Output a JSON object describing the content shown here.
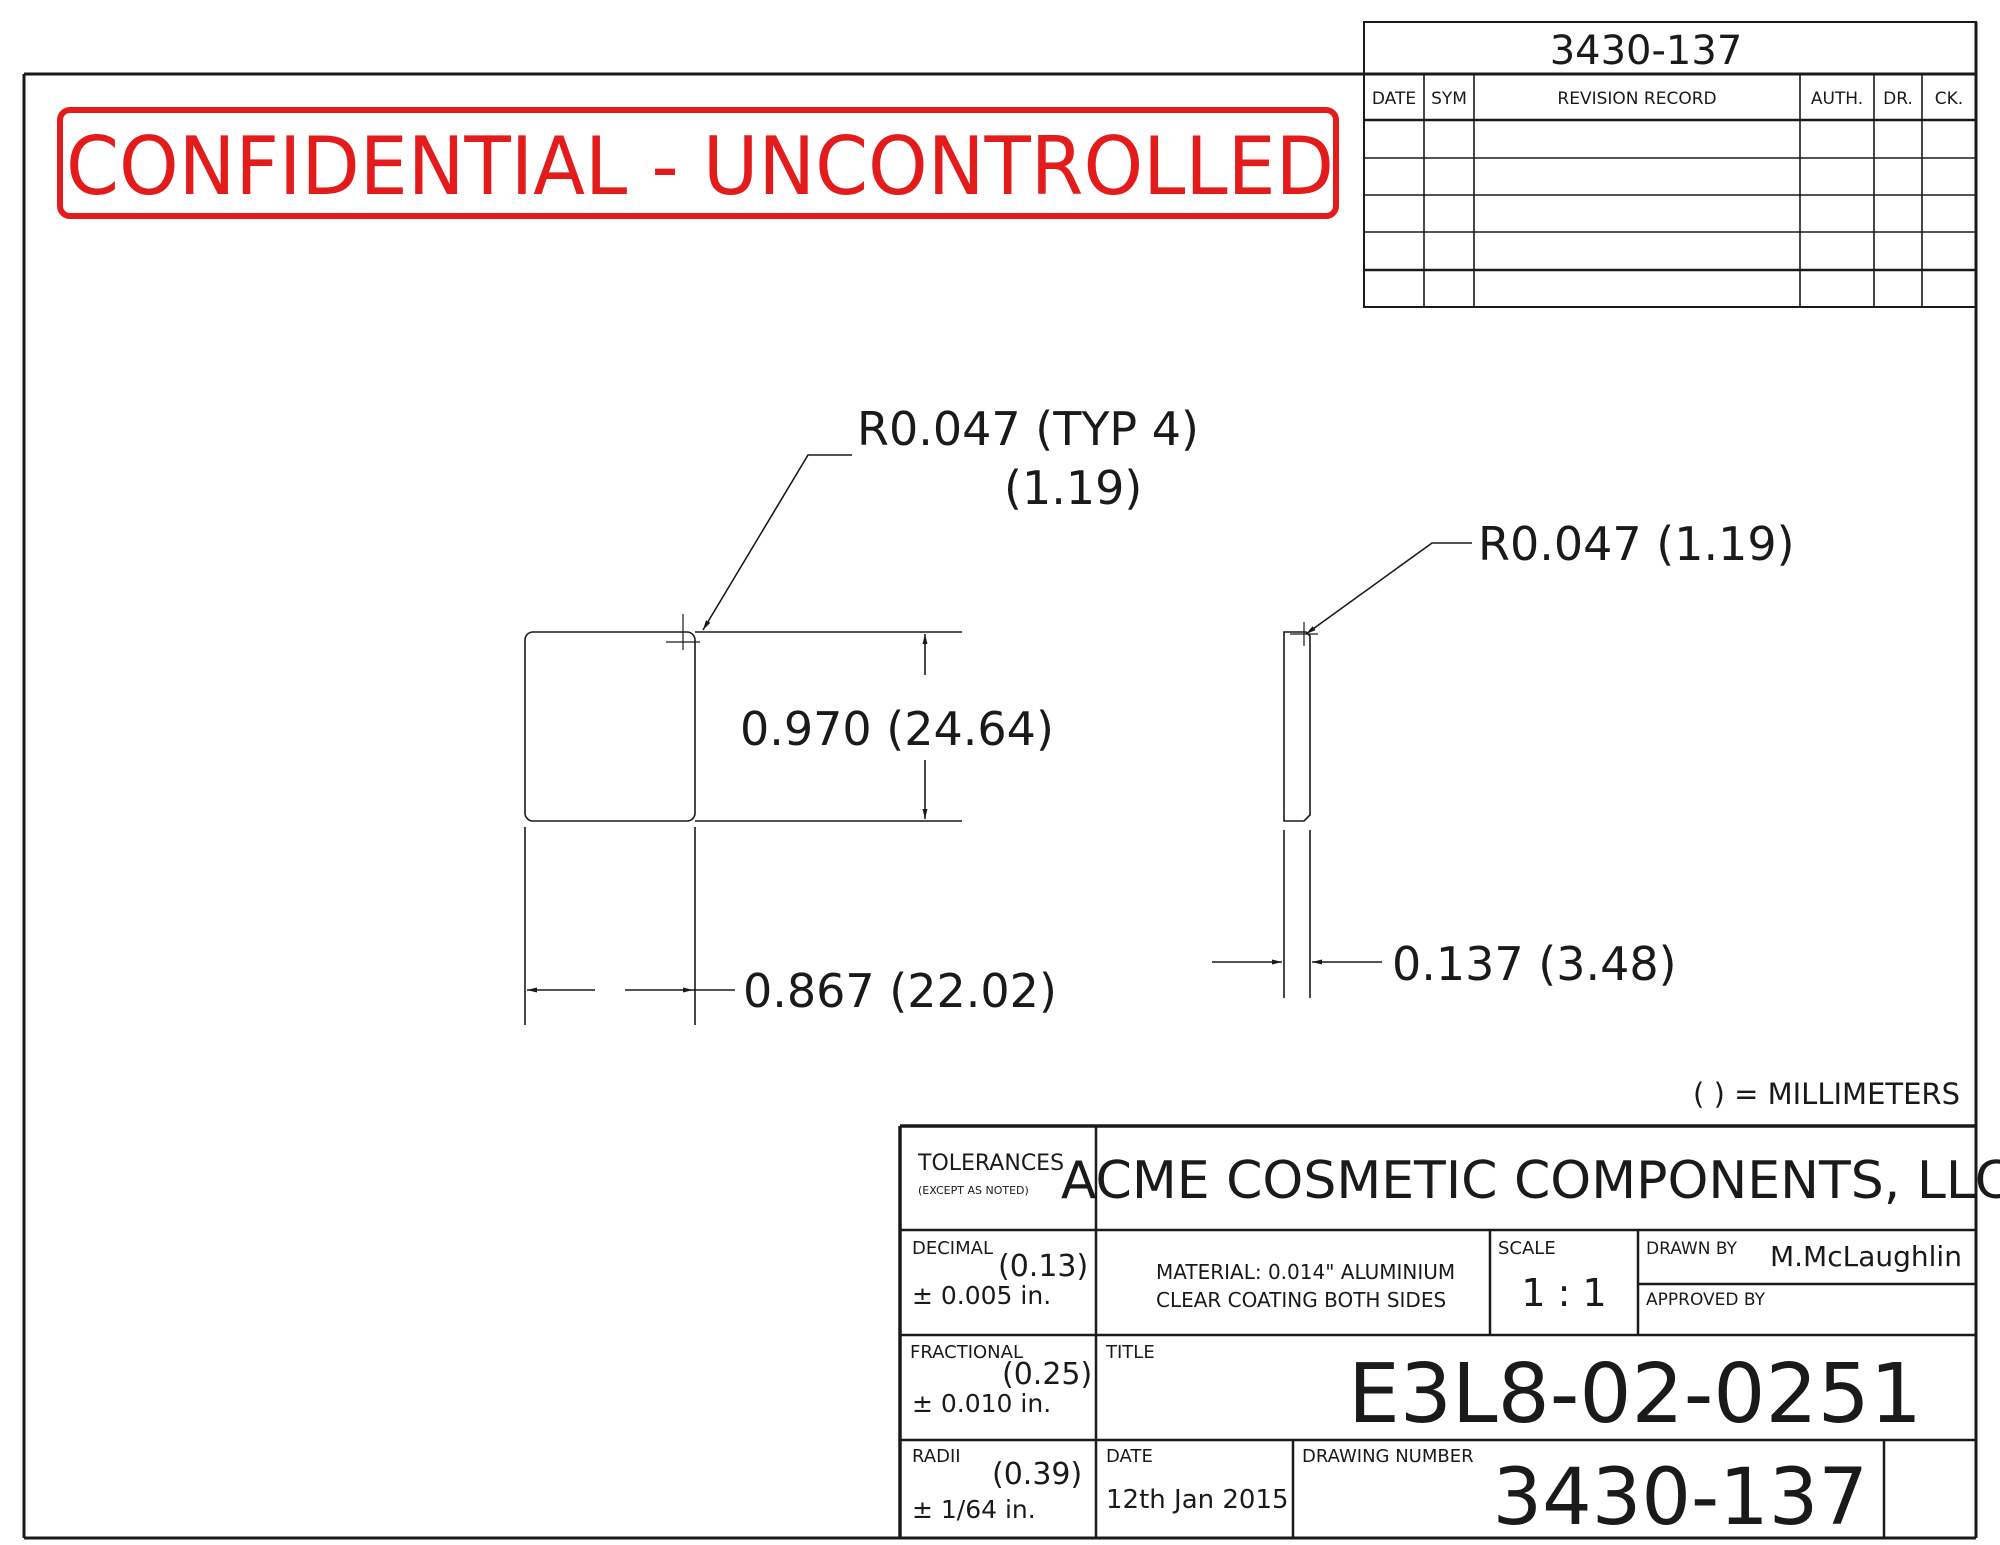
{
  "banner": {
    "text": "CONFIDENTIAL - UNCONTROLLED",
    "color": "#e31b1b"
  },
  "revision_block": {
    "drawing_number": "3430-137",
    "headers": [
      "DATE",
      "SYM",
      "REVISION RECORD",
      "AUTH.",
      "DR.",
      "CK."
    ]
  },
  "dimensions": {
    "corner_radius": "R0.047 (TYP 4)",
    "corner_radius_mm": "(1.19)",
    "side_radius": "R0.047 (1.19)",
    "height": "0.970 (24.64)",
    "width": "0.867 (22.02)",
    "thickness": "0.137 (3.48)"
  },
  "units_note": "( ) = MILLIMETERS",
  "title_block": {
    "tolerances_label": "TOLERANCES",
    "except_note": "(EXCEPT AS NOTED)",
    "company": "ACME COSMETIC COMPONENTS, LLC",
    "decimal_label": "DECIMAL",
    "decimal_mm": "(0.13)",
    "decimal_value": "± 0.005 in.",
    "fractional_label": "FRACTIONAL",
    "fractional_mm": "(0.25)",
    "fractional_value": "± 0.010 in.",
    "radii_label": "RADII",
    "radii_mm": "(0.39)",
    "radii_value": "± 1/64 in.",
    "material_line1": "MATERIAL: 0.014\" ALUMINIUM",
    "material_line2": "CLEAR COATING BOTH SIDES",
    "scale_label": "SCALE",
    "scale_value": "1 : 1",
    "drawn_by_label": "DRAWN BY",
    "drawn_by_value": "M.McLaughlin",
    "approved_by_label": "APPROVED BY",
    "title_label": "TITLE",
    "title_value": "E3L8-02-0251",
    "date_label": "DATE",
    "date_value": "12th Jan 2015",
    "drawing_number_label": "DRAWING NUMBER",
    "drawing_number_value": "3430-137"
  }
}
